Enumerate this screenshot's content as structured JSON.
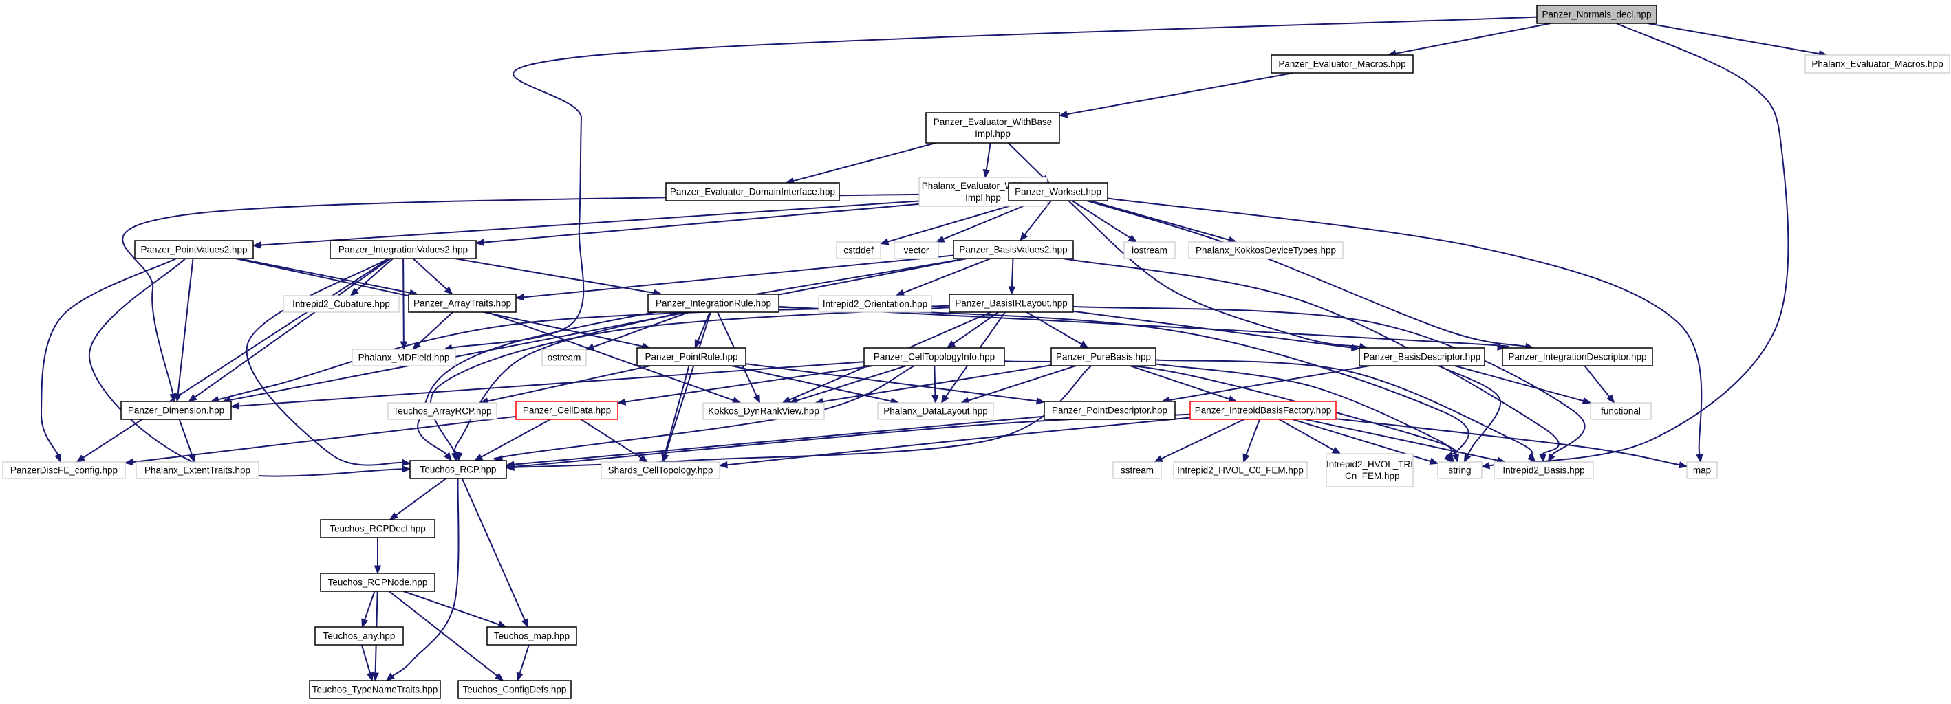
{
  "graph": {
    "colors": {
      "edge": "#191970",
      "node_documented_border": "#000000",
      "node_undocumented_border": "#bfbfbf",
      "node_incomplete_border": "#ff0000",
      "node_root_fill": "#bfbfbf"
    },
    "nodes": [
      {
        "id": "normals_decl",
        "lines": [
          "Panzer_Normals_decl.hpp"
        ],
        "kind": "root"
      },
      {
        "id": "eval_macros",
        "lines": [
          "Panzer_Evaluator_Macros.hpp"
        ],
        "kind": "documented"
      },
      {
        "id": "phalanx_eval_macros",
        "lines": [
          "Phalanx_Evaluator_Macros.hpp"
        ],
        "kind": "external"
      },
      {
        "id": "eval_withbase",
        "lines": [
          "Panzer_Evaluator_WithBase",
          "Impl.hpp"
        ],
        "kind": "documented"
      },
      {
        "id": "eval_domain",
        "lines": [
          "Panzer_Evaluator_DomainInterface.hpp"
        ],
        "kind": "documented"
      },
      {
        "id": "phalanx_eval_withbase",
        "lines": [
          "Phalanx_Evaluator_WithBase",
          "Impl.hpp"
        ],
        "kind": "external"
      },
      {
        "id": "workset",
        "lines": [
          "Panzer_Workset.hpp"
        ],
        "kind": "documented"
      },
      {
        "id": "pointvalues2",
        "lines": [
          "Panzer_PointValues2.hpp"
        ],
        "kind": "documented"
      },
      {
        "id": "integrationvalues2",
        "lines": [
          "Panzer_IntegrationValues2.hpp"
        ],
        "kind": "documented"
      },
      {
        "id": "cstddef",
        "lines": [
          "cstddef"
        ],
        "kind": "external"
      },
      {
        "id": "vector",
        "lines": [
          "vector"
        ],
        "kind": "external"
      },
      {
        "id": "basisvalues2",
        "lines": [
          "Panzer_BasisValues2.hpp"
        ],
        "kind": "documented"
      },
      {
        "id": "iostream",
        "lines": [
          "iostream"
        ],
        "kind": "external"
      },
      {
        "id": "phalanx_kokkos",
        "lines": [
          "Phalanx_KokkosDeviceTypes.hpp"
        ],
        "kind": "external"
      },
      {
        "id": "intrepid_cubature",
        "lines": [
          "Intrepid2_Cubature.hpp"
        ],
        "kind": "external"
      },
      {
        "id": "arraytraits",
        "lines": [
          "Panzer_ArrayTraits.hpp"
        ],
        "kind": "documented"
      },
      {
        "id": "integrationrule",
        "lines": [
          "Panzer_IntegrationRule.hpp"
        ],
        "kind": "documented"
      },
      {
        "id": "intrepid_orientation",
        "lines": [
          "Intrepid2_Orientation.hpp"
        ],
        "kind": "external"
      },
      {
        "id": "basisirlayout",
        "lines": [
          "Panzer_BasisIRLayout.hpp"
        ],
        "kind": "documented"
      },
      {
        "id": "phalanx_mdfield",
        "lines": [
          "Phalanx_MDField.hpp"
        ],
        "kind": "external"
      },
      {
        "id": "ostream",
        "lines": [
          "ostream"
        ],
        "kind": "external"
      },
      {
        "id": "pointrule",
        "lines": [
          "Panzer_PointRule.hpp"
        ],
        "kind": "documented"
      },
      {
        "id": "celltopologyinfo",
        "lines": [
          "Panzer_CellTopologyInfo.hpp"
        ],
        "kind": "documented"
      },
      {
        "id": "purebasis",
        "lines": [
          "Panzer_PureBasis.hpp"
        ],
        "kind": "documented"
      },
      {
        "id": "basisdescriptor",
        "lines": [
          "Panzer_BasisDescriptor.hpp"
        ],
        "kind": "documented"
      },
      {
        "id": "integrationdescriptor",
        "lines": [
          "Panzer_IntegrationDescriptor.hpp"
        ],
        "kind": "documented"
      },
      {
        "id": "dimension",
        "lines": [
          "Panzer_Dimension.hpp"
        ],
        "kind": "documented"
      },
      {
        "id": "teuchos_arrayrcp",
        "lines": [
          "Teuchos_ArrayRCP.hpp"
        ],
        "kind": "external"
      },
      {
        "id": "celldata",
        "lines": [
          "Panzer_CellData.hpp"
        ],
        "kind": "incomplete"
      },
      {
        "id": "kokkos_dynrankview",
        "lines": [
          "Kokkos_DynRankView.hpp"
        ],
        "kind": "external"
      },
      {
        "id": "phalanx_datalayout",
        "lines": [
          "Phalanx_DataLayout.hpp"
        ],
        "kind": "external"
      },
      {
        "id": "pointdescriptor",
        "lines": [
          "Panzer_PointDescriptor.hpp"
        ],
        "kind": "documented"
      },
      {
        "id": "intrepidbasisfactory",
        "lines": [
          "Panzer_IntrepidBasisFactory.hpp"
        ],
        "kind": "incomplete"
      },
      {
        "id": "functional",
        "lines": [
          "functional"
        ],
        "kind": "external"
      },
      {
        "id": "panzerdiscfe_config",
        "lines": [
          "PanzerDiscFE_config.hpp"
        ],
        "kind": "external"
      },
      {
        "id": "phalanx_extenttraits",
        "lines": [
          "Phalanx_ExtentTraits.hpp"
        ],
        "kind": "external"
      },
      {
        "id": "teuchos_rcp",
        "lines": [
          "Teuchos_RCP.hpp"
        ],
        "kind": "documented"
      },
      {
        "id": "shards_celltopology",
        "lines": [
          "Shards_CellTopology.hpp"
        ],
        "kind": "external"
      },
      {
        "id": "sstream",
        "lines": [
          "sstream"
        ],
        "kind": "external"
      },
      {
        "id": "intrepid_hvol_c0",
        "lines": [
          "Intrepid2_HVOL_C0_FEM.hpp"
        ],
        "kind": "external"
      },
      {
        "id": "intrepid_hvol_tri",
        "lines": [
          "Intrepid2_HVOL_TRI",
          "_Cn_FEM.hpp"
        ],
        "kind": "external"
      },
      {
        "id": "string",
        "lines": [
          "string"
        ],
        "kind": "external"
      },
      {
        "id": "intrepid_basis",
        "lines": [
          "Intrepid2_Basis.hpp"
        ],
        "kind": "external"
      },
      {
        "id": "map",
        "lines": [
          "map"
        ],
        "kind": "external"
      },
      {
        "id": "teuchos_rcpdecl",
        "lines": [
          "Teuchos_RCPDecl.hpp"
        ],
        "kind": "documented"
      },
      {
        "id": "teuchos_rcpnode",
        "lines": [
          "Teuchos_RCPNode.hpp"
        ],
        "kind": "documented"
      },
      {
        "id": "teuchos_any",
        "lines": [
          "Teuchos_any.hpp"
        ],
        "kind": "documented"
      },
      {
        "id": "teuchos_map",
        "lines": [
          "Teuchos_map.hpp"
        ],
        "kind": "documented"
      },
      {
        "id": "teuchos_typenametraits",
        "lines": [
          "Teuchos_TypeNameTraits.hpp"
        ],
        "kind": "documented"
      },
      {
        "id": "teuchos_configdefs",
        "lines": [
          "Teuchos_ConfigDefs.hpp"
        ],
        "kind": "documented"
      }
    ],
    "edges": [
      [
        "normals_decl",
        "eval_macros"
      ],
      [
        "normals_decl",
        "phalanx_eval_macros"
      ],
      [
        "normals_decl",
        "phalanx_mdfield"
      ],
      [
        "normals_decl",
        "string"
      ],
      [
        "eval_macros",
        "eval_withbase"
      ],
      [
        "eval_withbase",
        "eval_domain"
      ],
      [
        "eval_withbase",
        "phalanx_eval_withbase"
      ],
      [
        "eval_withbase",
        "workset"
      ],
      [
        "workset",
        "pointvalues2"
      ],
      [
        "workset",
        "integrationvalues2"
      ],
      [
        "workset",
        "cstddef"
      ],
      [
        "workset",
        "vector"
      ],
      [
        "workset",
        "basisvalues2"
      ],
      [
        "workset",
        "iostream"
      ],
      [
        "workset",
        "phalanx_kokkos"
      ],
      [
        "workset",
        "dimension"
      ],
      [
        "workset",
        "basisdescriptor"
      ],
      [
        "workset",
        "integrationdescriptor"
      ],
      [
        "workset",
        "map"
      ],
      [
        "pointvalues2",
        "arraytraits"
      ],
      [
        "pointvalues2",
        "pointrule"
      ],
      [
        "pointvalues2",
        "dimension"
      ],
      [
        "pointvalues2",
        "teuchos_rcp"
      ],
      [
        "pointvalues2",
        "panzerdiscfe_config"
      ],
      [
        "integrationvalues2",
        "intrepid_cubature"
      ],
      [
        "integrationvalues2",
        "arraytraits"
      ],
      [
        "integrationvalues2",
        "integrationrule"
      ],
      [
        "integrationvalues2",
        "phalanx_mdfield"
      ],
      [
        "integrationvalues2",
        "dimension"
      ],
      [
        "integrationvalues2",
        "teuchos_rcp"
      ],
      [
        "integrationvalues2",
        "panzerdiscfe_config"
      ],
      [
        "basisvalues2",
        "arraytraits"
      ],
      [
        "basisvalues2",
        "basisirlayout"
      ],
      [
        "basisvalues2",
        "intrepid_orientation"
      ],
      [
        "basisvalues2",
        "intrepid_basis"
      ],
      [
        "basisvalues2",
        "dimension"
      ],
      [
        "basisvalues2",
        "teuchos_rcp"
      ],
      [
        "arraytraits",
        "phalanx_mdfield"
      ],
      [
        "arraytraits",
        "kokkos_dynrankview"
      ],
      [
        "integrationrule",
        "ostream"
      ],
      [
        "integrationrule",
        "pointrule"
      ],
      [
        "integrationrule",
        "integrationdescriptor"
      ],
      [
        "integrationrule",
        "kokkos_dynrankview"
      ],
      [
        "integrationrule",
        "shards_celltopology"
      ],
      [
        "integrationrule",
        "string"
      ],
      [
        "integrationrule",
        "teuchos_rcp"
      ],
      [
        "basisirlayout",
        "celltopologyinfo"
      ],
      [
        "basisirlayout",
        "purebasis"
      ],
      [
        "basisirlayout",
        "basisdescriptor"
      ],
      [
        "basisirlayout",
        "phalanx_datalayout"
      ],
      [
        "basisirlayout",
        "kokkos_dynrankview"
      ],
      [
        "basisirlayout",
        "dimension"
      ],
      [
        "basisirlayout",
        "teuchos_rcp"
      ],
      [
        "basisirlayout",
        "intrepid_basis"
      ],
      [
        "pointrule",
        "teuchos_arrayrcp"
      ],
      [
        "pointrule",
        "phalanx_datalayout"
      ],
      [
        "pointrule",
        "pointdescriptor"
      ],
      [
        "pointrule",
        "shards_celltopology"
      ],
      [
        "celltopologyinfo",
        "celldata"
      ],
      [
        "celltopologyinfo",
        "kokkos_dynrankview"
      ],
      [
        "celltopologyinfo",
        "phalanx_datalayout"
      ],
      [
        "celltopologyinfo",
        "dimension"
      ],
      [
        "celltopologyinfo",
        "teuchos_rcp"
      ],
      [
        "celltopologyinfo",
        "string"
      ],
      [
        "purebasis",
        "intrepidbasisfactory"
      ],
      [
        "purebasis",
        "phalanx_datalayout"
      ],
      [
        "purebasis",
        "kokkos_dynrankview"
      ],
      [
        "purebasis",
        "teuchos_rcp"
      ],
      [
        "purebasis",
        "string"
      ],
      [
        "purebasis",
        "intrepid_basis"
      ],
      [
        "basisdescriptor",
        "pointdescriptor"
      ],
      [
        "basisdescriptor",
        "functional"
      ],
      [
        "basisdescriptor",
        "string"
      ],
      [
        "integrationdescriptor",
        "functional"
      ],
      [
        "dimension",
        "phalanx_extenttraits"
      ],
      [
        "celldata",
        "panzerdiscfe_config"
      ],
      [
        "celldata",
        "teuchos_rcp"
      ],
      [
        "celldata",
        "shards_celltopology"
      ],
      [
        "pointdescriptor",
        "teuchos_rcp"
      ],
      [
        "intrepidbasisfactory",
        "sstream"
      ],
      [
        "intrepidbasisfactory",
        "intrepid_hvol_c0"
      ],
      [
        "intrepidbasisfactory",
        "intrepid_hvol_tri"
      ],
      [
        "intrepidbasisfactory",
        "string"
      ],
      [
        "intrepidbasisfactory",
        "intrepid_basis"
      ],
      [
        "intrepidbasisfactory",
        "map"
      ],
      [
        "intrepidbasisfactory",
        "teuchos_rcp"
      ],
      [
        "intrepidbasisfactory",
        "shards_celltopology"
      ],
      [
        "teuchos_rcp",
        "teuchos_rcpdecl"
      ],
      [
        "teuchos_rcp",
        "teuchos_map"
      ],
      [
        "teuchos_rcp",
        "teuchos_typenametraits"
      ],
      [
        "teuchos_rcpdecl",
        "teuchos_rcpnode"
      ],
      [
        "teuchos_rcpnode",
        "teuchos_any"
      ],
      [
        "teuchos_rcpnode",
        "teuchos_map"
      ],
      [
        "teuchos_rcpnode",
        "teuchos_typenametraits"
      ],
      [
        "teuchos_rcpnode",
        "teuchos_configdefs"
      ],
      [
        "teuchos_any",
        "teuchos_typenametraits"
      ],
      [
        "teuchos_map",
        "teuchos_configdefs"
      ]
    ]
  }
}
